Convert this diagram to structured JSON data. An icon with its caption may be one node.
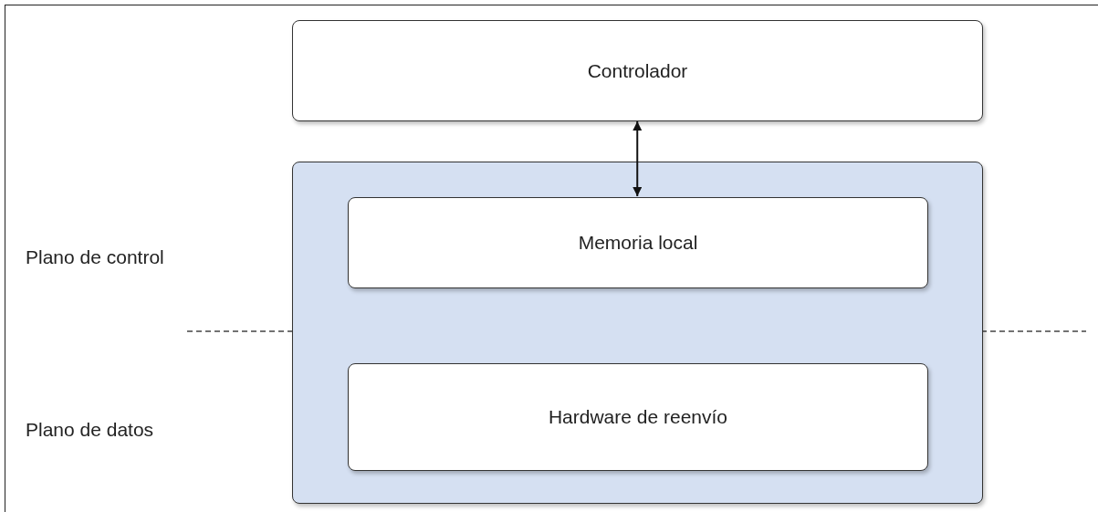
{
  "diagram": {
    "nodes": [
      {
        "text": [
          "Controlador"
        ]
      },
      {
        "text": [],
        "shape": "box"
      },
      {
        "text": [
          "Memoria local"
        ],
        "in": 1
      },
      {
        "text": [
          "Hardware de reenvío"
        ],
        "in": 1
      }
    ],
    "edges": [
      {
        "from": 0,
        "to": 2,
        "arrow": "both"
      }
    ],
    "labels": [
      "Plano de control",
      "Plano de datos"
    ]
  }
}
